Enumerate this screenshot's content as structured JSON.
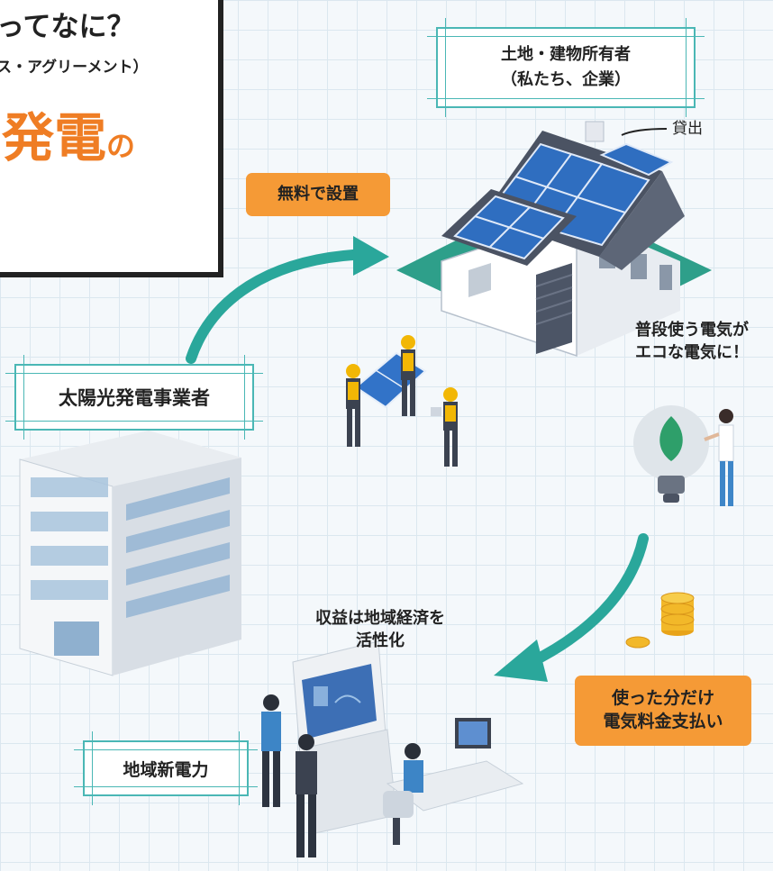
{
  "headline": {
    "line1": "ってなに？",
    "line2": "ス・アグリーメント）",
    "line3_main": "発電",
    "line3_small": "の"
  },
  "owner_box": {
    "line1": "土地・建物所有者",
    "line2": "（私たち、企業）"
  },
  "lend_label": "貸出",
  "free_install_label": "無料で設置",
  "provider_box": {
    "label": "太陽光発電事業者"
  },
  "eco_text": {
    "line1": "普段使う電気が",
    "line2": "エコな電気に！"
  },
  "revenue_text": {
    "line1": "収益は地域経済を",
    "line2": "活性化"
  },
  "payment_label": {
    "line1": "使った分だけ",
    "line2": "電気料金支払い"
  },
  "local_power_box": {
    "label": "地域新電力"
  },
  "colors": {
    "accent_orange": "#ef7d24",
    "pill_orange": "#f59a36",
    "teal_arrow": "#2aa79b",
    "frame_teal": "#4ab7b5"
  }
}
